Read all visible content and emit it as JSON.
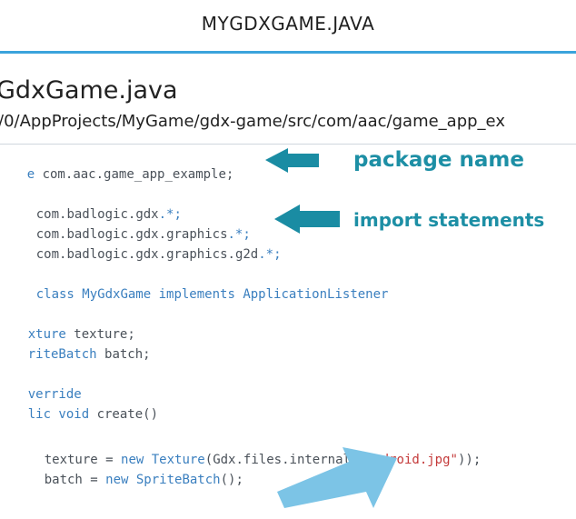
{
  "header": {
    "title": "MYGDXGAME.JAVA"
  },
  "file": {
    "name": "GdxGame.java",
    "path": "/0/AppProjects/MyGame/gdx-game/src/com/aac/game_app_ex"
  },
  "code": {
    "line1": {
      "a": "e ",
      "b": "com",
      "c": ".",
      "d": "aac",
      "e": ".",
      "f": "game_app_example",
      "g": ";"
    },
    "line2": {
      "a": "com",
      "b": ".",
      "c": "badlogic",
      "d": ".",
      "e": "gdx",
      "f": ".*;"
    },
    "line3": {
      "a": "com",
      "b": ".",
      "c": "badlogic",
      "d": ".",
      "e": "gdx",
      "f": ".",
      "g": "graphics",
      "h": ".*;"
    },
    "line4": {
      "a": "com",
      "b": ".",
      "c": "badlogic",
      "d": ".",
      "e": "gdx",
      "f": ".",
      "g": "graphics",
      "h": ".",
      "i": "g2d",
      "j": ".*;"
    },
    "line5": {
      "a": "class ",
      "b": "MyGdxGame ",
      "c": "implements ",
      "d": "ApplicationListener"
    },
    "line6": {
      "a": "xture ",
      "b": "texture",
      "c": ";"
    },
    "line7": {
      "a": "riteBatch ",
      "b": "batch",
      "c": ";"
    },
    "line8": {
      "a": "verride"
    },
    "line9": {
      "a": "lic void ",
      "b": "create",
      "c": "()"
    },
    "line10": {
      "a": "texture ",
      "b": "= ",
      "c": "new ",
      "d": "Texture",
      "e": "(",
      "f": "Gdx",
      "g": ".",
      "h": "files",
      "i": ".",
      "j": "internal",
      "k": "(",
      "l": "\"android.jpg\"",
      "m": "));"
    },
    "line11": {
      "a": "batch ",
      "b": "= ",
      "c": "new ",
      "d": "SpriteBatch",
      "e": "();"
    }
  },
  "annotations": {
    "package": "package name",
    "imports": "import statements"
  },
  "colors": {
    "accent_line": "#3aa3dc",
    "annotation_text": "#1d8fa5",
    "annotation_arrow": "#1a8ca3",
    "highlight_arrow": "#7cc4e6",
    "keyword": "#3a7fbf",
    "string": "#c43a3a"
  },
  "icons": [
    "arrow-left-icon",
    "arrow-left-icon",
    "arrow-up-right-icon"
  ]
}
